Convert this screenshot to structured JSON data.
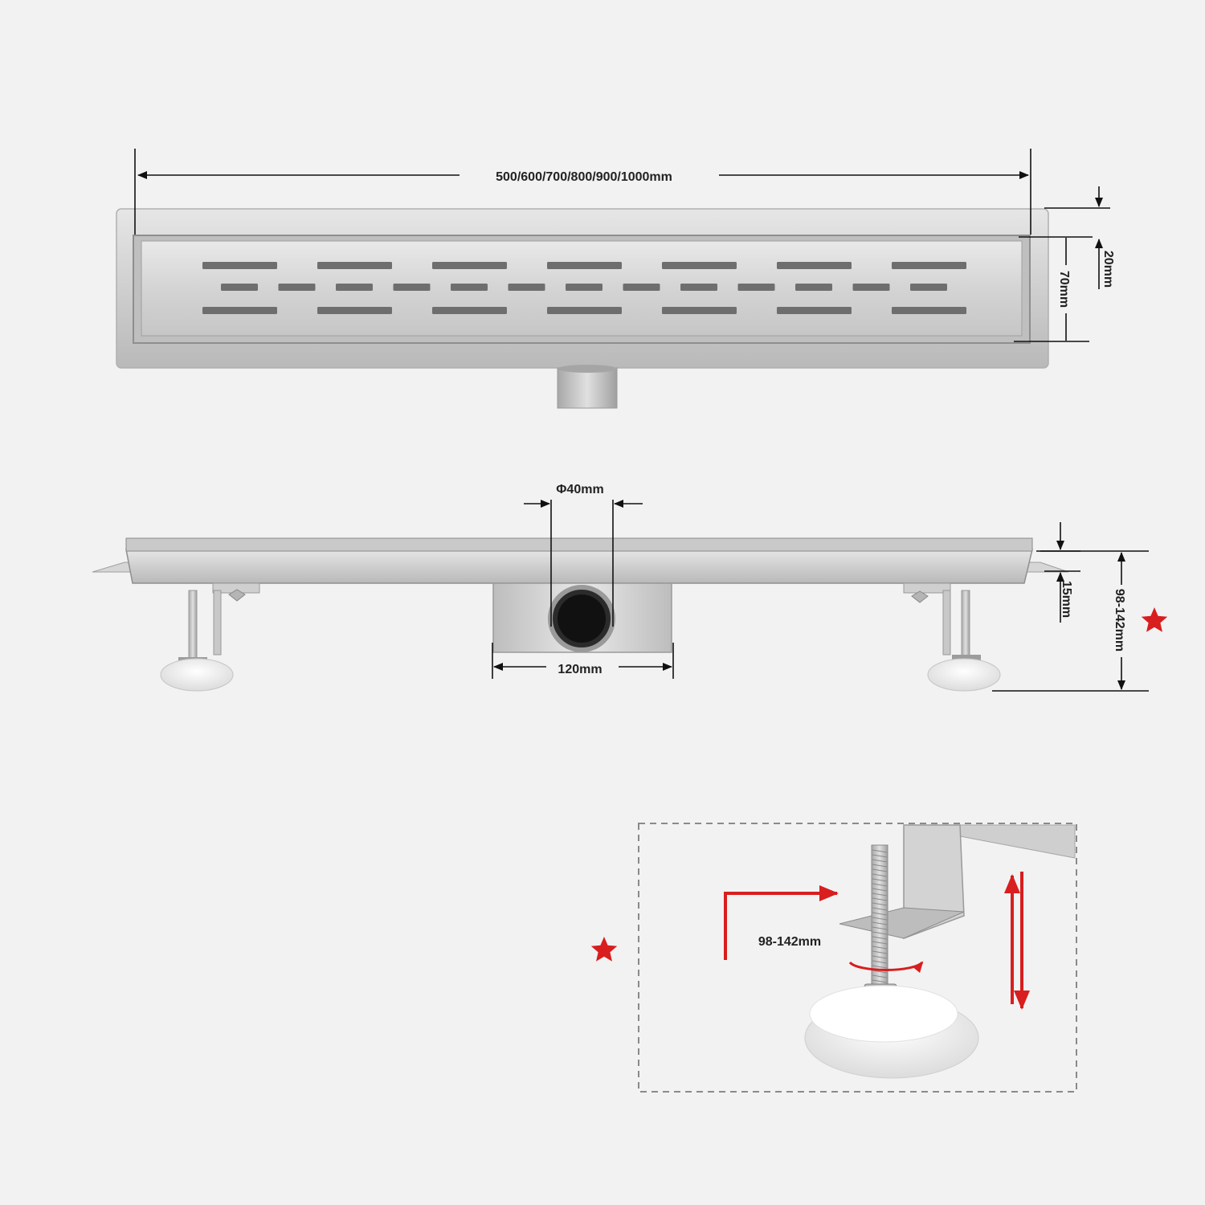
{
  "dimensions": {
    "length": "500/600/700/800/900/1000mm",
    "flange_height": "20mm",
    "grate_width": "70mm",
    "outlet_diameter": "Φ40mm",
    "box_width": "120mm",
    "flange_depth": "15mm",
    "adjustable_height": "98-142mm",
    "detail_height": "98-142mm"
  },
  "colors": {
    "background": "#f2f2f2",
    "steel_light": "#d9d9d9",
    "steel_dark": "#9a9a9a",
    "slot": "#6e6e6e",
    "accent_red": "#d81e1e",
    "dimension_line": "#111111"
  },
  "icons": {
    "highlight_marker": "star-icon"
  }
}
